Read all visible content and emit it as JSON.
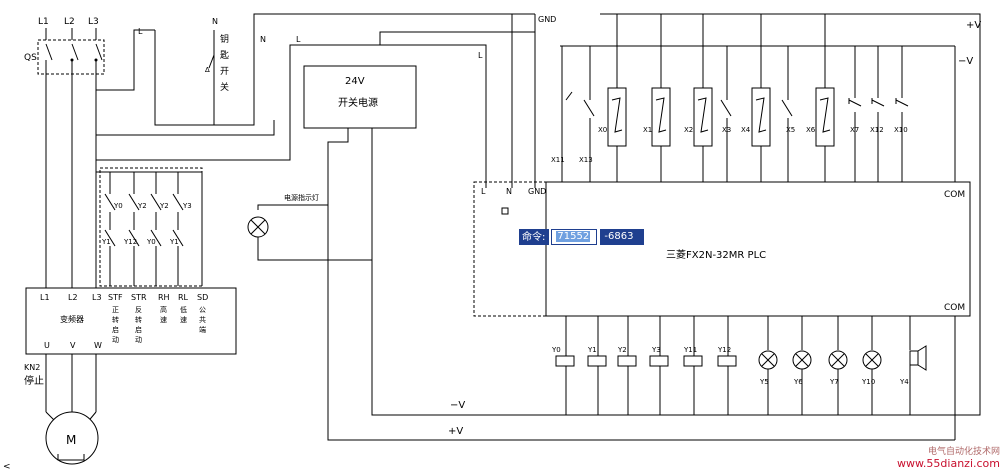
{
  "supply": {
    "l1": "L1",
    "l2": "L2",
    "l3": "L3",
    "qs": "QS"
  },
  "top": {
    "l_a": "L",
    "n_a": "N",
    "n_b": "N",
    "l_b": "L",
    "l_c": "L",
    "gnd": "GND",
    "plus_v": "+V",
    "minus_v": "−V"
  },
  "switch_label": [
    "钥",
    "匙",
    "开",
    "关"
  ],
  "psu": {
    "voltage": "24V",
    "name": "开关电源"
  },
  "lamp_label": "电源指示灯",
  "plc": {
    "l": "L",
    "n": "N",
    "gnd": "GND",
    "com_top": "COM",
    "com_bottom": "COM",
    "model": "三菱FX2N-32MR PLC"
  },
  "inputs": [
    "X0",
    "X1",
    "X2",
    "X3",
    "X4",
    "X5",
    "X6",
    "X7",
    "X12",
    "X10"
  ],
  "inputs_left": [
    "X11",
    "X13"
  ],
  "relay_contacts_top": [
    "Y0",
    "Y2",
    "Y2",
    "Y3"
  ],
  "relay_contacts_bottom": [
    "Y1",
    "Y12",
    "Y0",
    "Y1"
  ],
  "inverter": {
    "name": "变频器",
    "terminals": [
      "L1",
      "L2",
      "L3",
      "STF",
      "STR",
      "RH",
      "RL",
      "SD"
    ],
    "desc": [
      [
        "正",
        "转",
        "启",
        "动"
      ],
      [
        "反",
        "转",
        "启",
        "动"
      ],
      [
        "高",
        "速"
      ],
      [
        "低",
        "速"
      ],
      [
        "公",
        "共",
        "端"
      ]
    ],
    "outputs": [
      "U",
      "V",
      "W"
    ]
  },
  "stop": {
    "code": "KN2",
    "label": "停止"
  },
  "motor": "M",
  "outputs_coils": [
    "Y0",
    "Y1",
    "Y2",
    "Y3",
    "Y11",
    "Y12"
  ],
  "outputs_lamps": [
    "Y5",
    "Y6",
    "Y7",
    "Y10"
  ],
  "output_buzzer": "Y4",
  "bus": {
    "minus_v": "−V",
    "plus_v": "+V"
  },
  "command": {
    "label": "命令:",
    "x": "71552",
    "y": "-6863"
  },
  "watermark": {
    "line1": "电气自动化技术网",
    "line2": "www.55dianzi.com"
  },
  "corner": "<"
}
